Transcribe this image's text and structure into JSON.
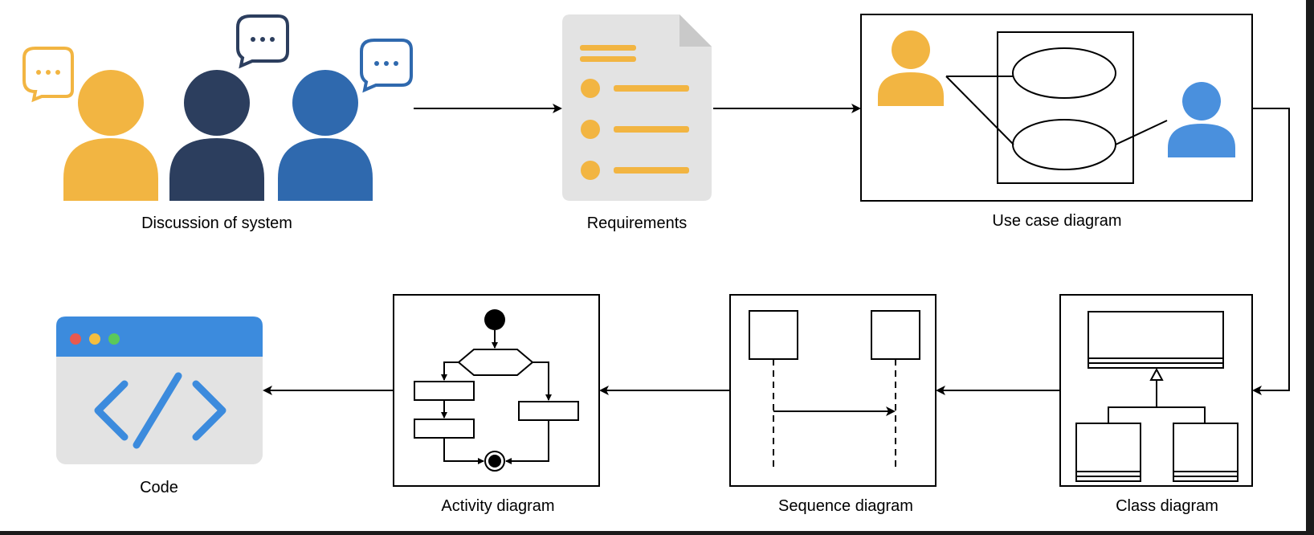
{
  "labels": {
    "discussion": "Discussion of system",
    "requirements": "Requirements",
    "use_case": "Use case diagram",
    "class": "Class diagram",
    "sequence": "Sequence diagram",
    "activity": "Activity diagram",
    "code": "Code"
  },
  "colors": {
    "yellow": "#F2B542",
    "navy": "#2C3E5E",
    "blue": "#2F69AE",
    "light_blue": "#4A90DD",
    "doc_gray": "#E0E0E0",
    "window_blue": "#3C8BDD",
    "dot_red": "#E8594F",
    "dot_yellow": "#F4BE40",
    "dot_green": "#5BC95A"
  },
  "icons": {
    "people": [
      "person-yellow-icon",
      "person-navy-icon",
      "person-blue-icon"
    ],
    "speech": "speech-bubble-icon",
    "document": "document-icon",
    "code": "code-window-icon"
  }
}
